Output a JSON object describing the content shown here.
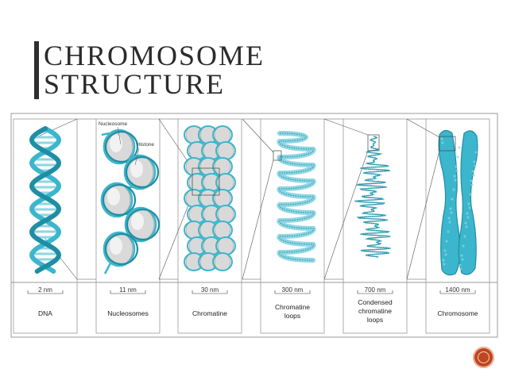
{
  "slide": {
    "title": "CHROMOSOME\nSTRUCTURE"
  },
  "diagram": {
    "callouts": {
      "nucleosome": "Nucleosome",
      "histone": "Histone"
    },
    "stages": [
      {
        "id": "dna",
        "scale": "2 nm",
        "label_lines": [
          "DNA"
        ]
      },
      {
        "id": "nucleosomes",
        "scale": "11 nm",
        "label_lines": [
          "Nucleosomes"
        ]
      },
      {
        "id": "chromatine",
        "scale": "30 nm",
        "label_lines": [
          "Chromatine"
        ]
      },
      {
        "id": "chromatine-loops",
        "scale": "300 nm",
        "label_lines": [
          "Chromatine",
          "loops"
        ]
      },
      {
        "id": "condensed",
        "scale": "700 nm",
        "label_lines": [
          "Condensed",
          "chromatine",
          "loops"
        ]
      },
      {
        "id": "chromosome",
        "scale": "1400 nm",
        "label_lines": [
          "Chromosome"
        ]
      }
    ],
    "colors": {
      "teal": "#3bb6cc",
      "teal_dark": "#1f8ea3",
      "teal_light": "#8fd6e3",
      "grey": "#d9d9d9"
    }
  },
  "controls": {
    "next_icon": "circle-nav-icon"
  }
}
